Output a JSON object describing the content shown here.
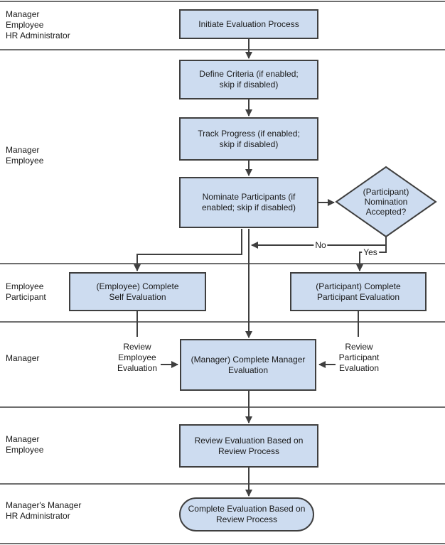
{
  "colors": {
    "node_fill": "#cddcf0",
    "node_border": "#3f3f3f",
    "connector": "#3f3f3f",
    "lane_line": "#6e6e6e",
    "text": "#1a1a1a"
  },
  "lanes": [
    {
      "label": "Manager\nEmployee\nHR Administrator"
    },
    {
      "label": "Manager\nEmployee"
    },
    {
      "label": "Employee\nParticipant"
    },
    {
      "label": "Manager"
    },
    {
      "label": "Manager\nEmployee"
    },
    {
      "label": "Manager's Manager\nHR Administrator"
    }
  ],
  "nodes": {
    "initiate": {
      "shape": "rect",
      "label": "Initiate Evaluation Process"
    },
    "define": {
      "shape": "rect",
      "label": "Define Criteria (if enabled;\nskip if disabled)"
    },
    "track": {
      "shape": "rect",
      "label": "Track Progress (if enabled;\nskip if disabled)"
    },
    "nominate": {
      "shape": "rect",
      "label": "Nominate Participants (if\nenabled; skip if disabled)"
    },
    "nomination_decision": {
      "shape": "diamond",
      "label": "(Participant)\nNomination\nAccepted?"
    },
    "self_eval": {
      "shape": "rect",
      "label": "(Employee) Complete\nSelf Evaluation"
    },
    "participant_eval": {
      "shape": "rect",
      "label": "(Participant) Complete\nParticipant Evaluation"
    },
    "manager_eval": {
      "shape": "rect",
      "label": "(Manager) Complete Manager\nEvaluation"
    },
    "review_eval": {
      "shape": "rect",
      "label": "Review Evaluation Based on\nReview Process"
    },
    "complete_eval": {
      "shape": "terminator",
      "label": "Complete Evaluation Based on\nReview Process"
    }
  },
  "edge_labels": {
    "no": "No",
    "yes": "Yes",
    "review_employee": "Review\nEmployee\nEvaluation",
    "review_participant": "Review\nParticipant\nEvaluation"
  }
}
